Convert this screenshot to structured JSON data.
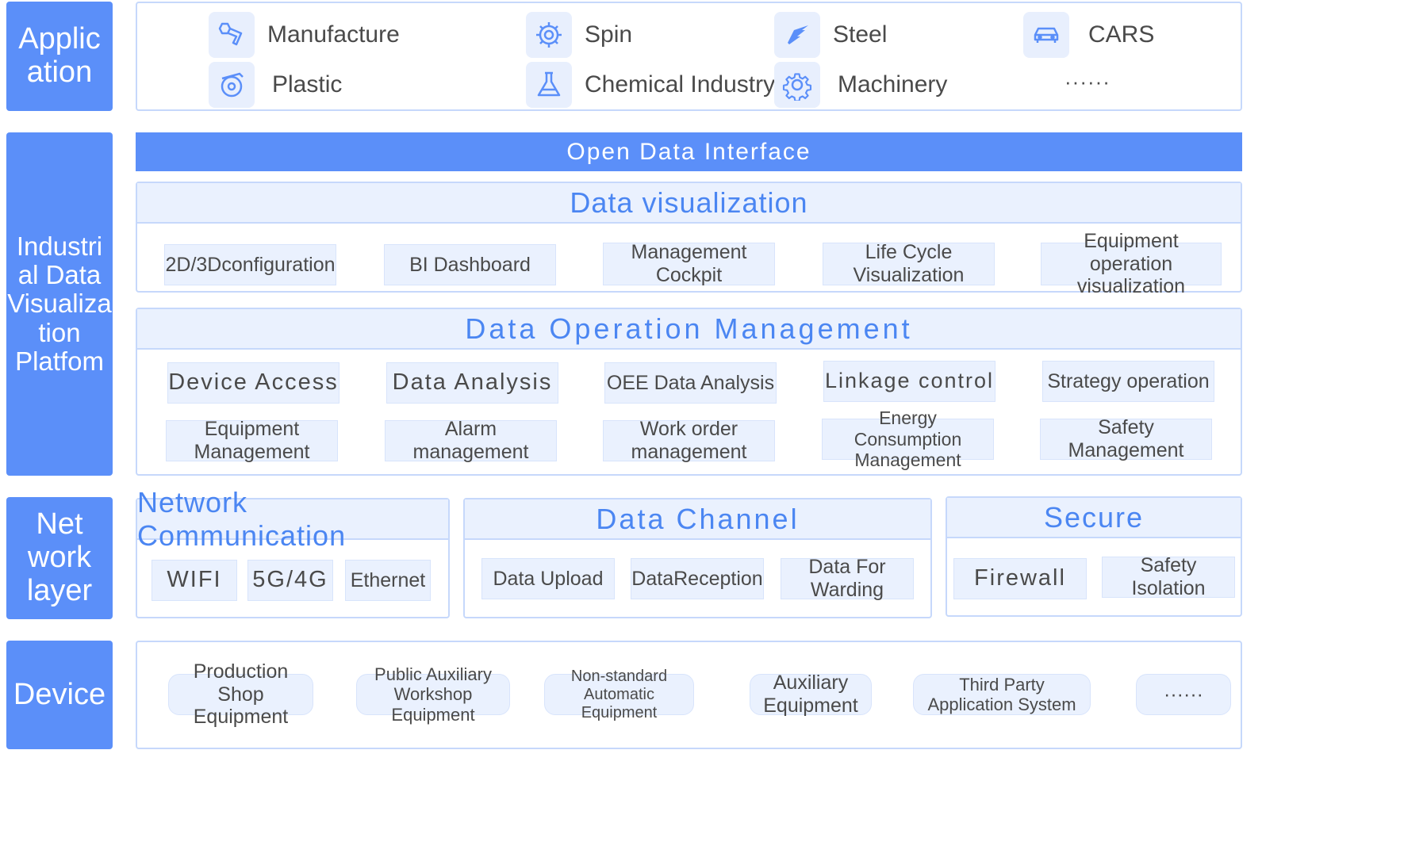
{
  "layers": {
    "application": "Applic ation",
    "platform": "Industri al Data Visualiza tion Platfom",
    "network": "Net work layer",
    "device": "Device"
  },
  "application": {
    "items": [
      {
        "label": "Manufacture",
        "icon": "manufacture-tools-icon"
      },
      {
        "label": "Spin",
        "icon": "spin-gear-icon"
      },
      {
        "label": "Steel",
        "icon": "steel-beam-icon"
      },
      {
        "label": "CARS",
        "icon": "car-icon"
      },
      {
        "label": "Plastic",
        "icon": "plastic-roll-icon"
      },
      {
        "label": "Chemical Industry",
        "icon": "flask-icon"
      },
      {
        "label": "Machinery",
        "icon": "cog-icon"
      },
      {
        "label": "······"
      }
    ]
  },
  "platform": {
    "open_data_interface": "Open Data Interface",
    "visualization": {
      "title": "Data visualization",
      "items": [
        "2D/3Dconfiguration",
        "BI Dashboard",
        "Management Cockpit",
        "Life Cycle Visualization",
        "Equipment operation visualization"
      ]
    },
    "operation": {
      "title": "Data Operation Management",
      "items": [
        "Device Access",
        "Data Analysis",
        "OEE Data Analysis",
        "Linkage control",
        "Strategy operation",
        "Equipment Management",
        "Alarm management",
        "Work order management",
        "Energy Consumption Management",
        "Safety Management"
      ]
    }
  },
  "network": {
    "communication": {
      "title": "Network Communication",
      "items": [
        "WIFI",
        "5G/4G",
        "Ethernet"
      ]
    },
    "channel": {
      "title": "Data Channel",
      "items": [
        "Data Upload",
        "DataReception",
        "Data For Warding"
      ]
    },
    "secure": {
      "title": "Secure",
      "items": [
        "Firewall",
        "Safety Isolation"
      ]
    }
  },
  "device": {
    "items": [
      "Production Shop Equipment",
      "Public Auxiliary Workshop Equipment",
      "Non-standard Automatic Equipment",
      "Auxiliary Equipment",
      "Third Party Application System",
      "······"
    ]
  },
  "colors": {
    "accent": "#5b8ff9",
    "light": "#eaf1fe",
    "border": "#c6d8fb",
    "title_text": "#4b86f2"
  }
}
